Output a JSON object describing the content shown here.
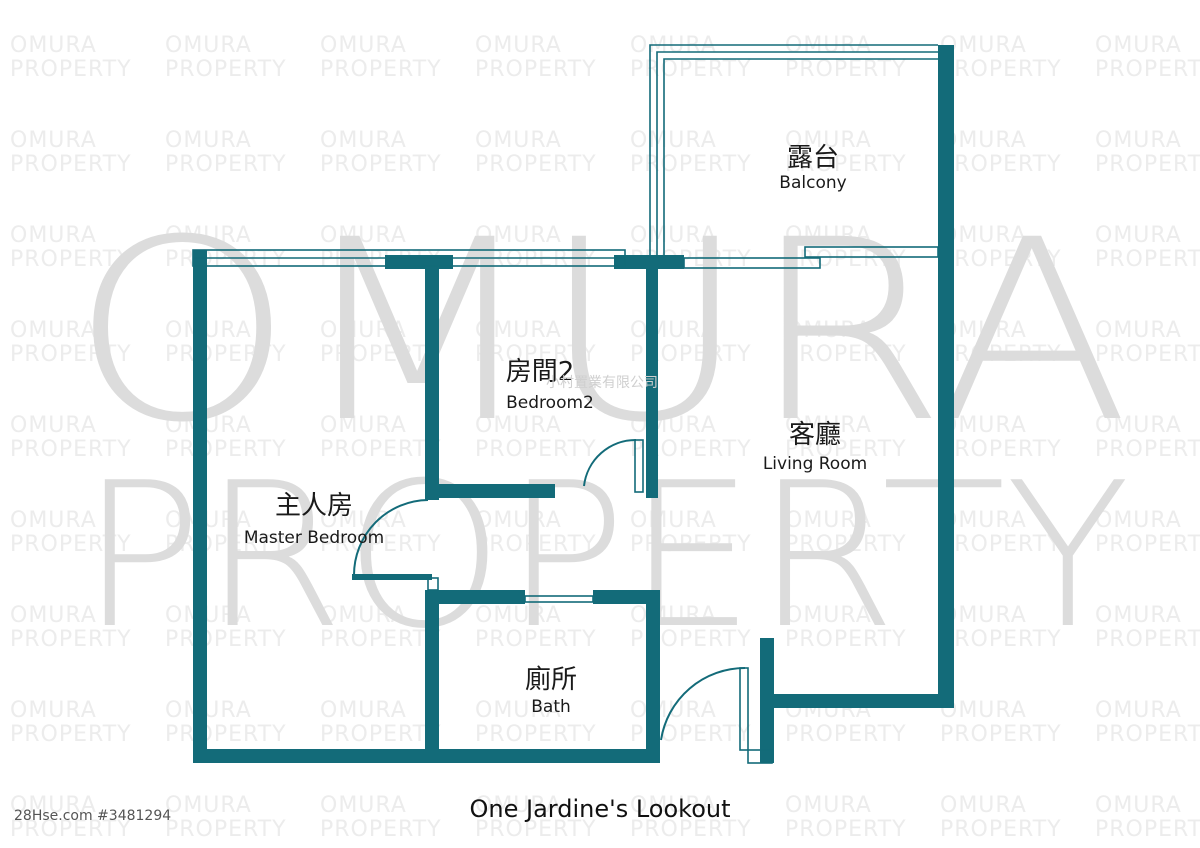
{
  "watermark": {
    "line1": "OMURA",
    "line2": "PROPERTY",
    "company_zh": "小村置業有限公司"
  },
  "rooms": {
    "balcony": {
      "zh": "露台",
      "en": "Balcony"
    },
    "bedroom2": {
      "zh": "房間2",
      "en": "Bedroom2"
    },
    "living": {
      "zh": "客廳",
      "en": "Living Room"
    },
    "master": {
      "zh": "主人房",
      "en": "Master Bedroom"
    },
    "bath": {
      "zh": "廁所",
      "en": "Bath"
    }
  },
  "title": "One Jardine's Lookout",
  "credit": "28Hse.com #3481294",
  "colors": {
    "wall": "#136b79",
    "watermark": "#dcdcdc"
  }
}
